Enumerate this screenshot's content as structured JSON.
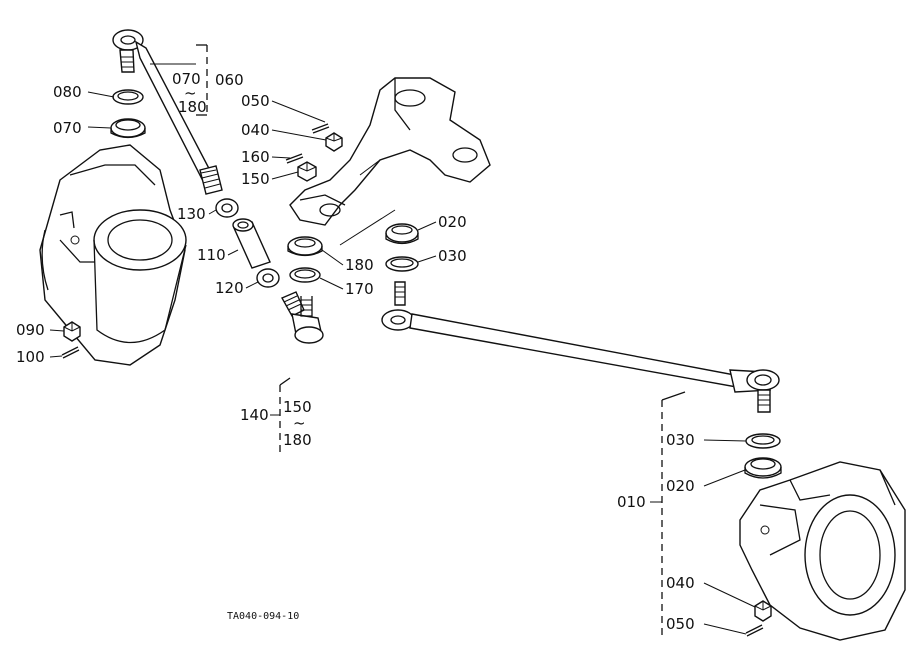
{
  "caption": "TA040-094-10",
  "labels": {
    "l060": "060",
    "l070a": "070",
    "l180a": "180",
    "l080": "080",
    "l070b": "070",
    "l050a": "050",
    "l040a": "040",
    "l160": "160",
    "l150a": "150",
    "l130": "130",
    "l110": "110",
    "l120": "120",
    "l180b": "180",
    "l170": "170",
    "l020a": "020",
    "l030a": "030",
    "l090": "090",
    "l100": "100",
    "l140": "140",
    "l150b": "150",
    "l180c": "180",
    "l030b": "030",
    "l020b": "020",
    "l010": "010",
    "l040b": "040",
    "l050b": "050",
    "tilde": "~"
  }
}
